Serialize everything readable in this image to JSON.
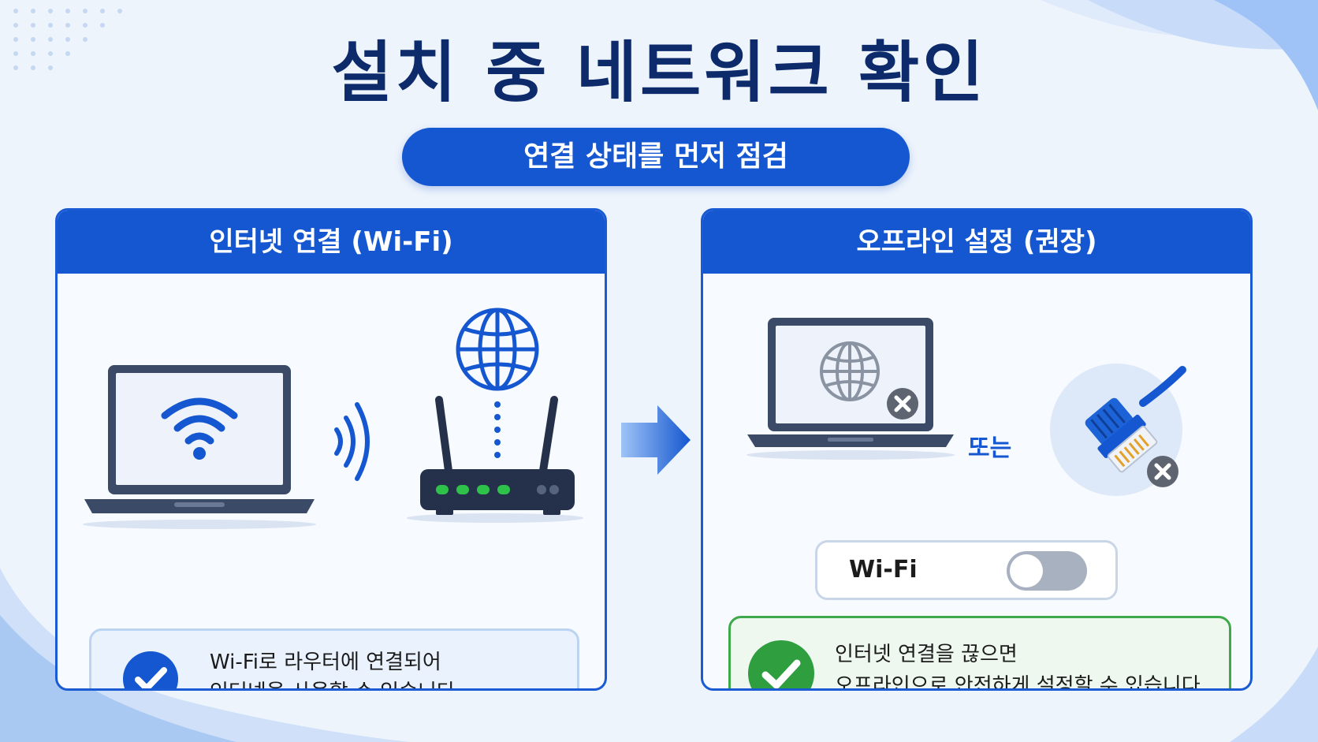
{
  "title": "설치 중 네트워크 확인",
  "subtitle": "연결 상태를 먼저 점검",
  "left_panel": {
    "header": "인터넷 연결 (Wi-Fi)",
    "note_line1": "Wi-Fi로 라우터에 연결되어",
    "note_line2": "인터넷을 사용할 수 있습니다."
  },
  "right_panel": {
    "header": "오프라인 설정 (권장)",
    "or_label": "또는",
    "toggle_label": "Wi-Fi",
    "toggle_state": "off",
    "note_line1": "인터넷 연결을 끊으면",
    "note_line2": "오프라인으로 안전하게 설정할 수 있습니다."
  },
  "icons": [
    "laptop-icon",
    "wifi-icon",
    "wifi-waves-icon",
    "globe-icon",
    "router-icon",
    "arrow-right-icon",
    "ethernet-cable-icon",
    "cross-icon",
    "check-icon"
  ],
  "colors": {
    "primary": "#1557d0",
    "title": "#0d2a6b",
    "success": "#2e9e3e",
    "error_badge": "#5f6570"
  }
}
